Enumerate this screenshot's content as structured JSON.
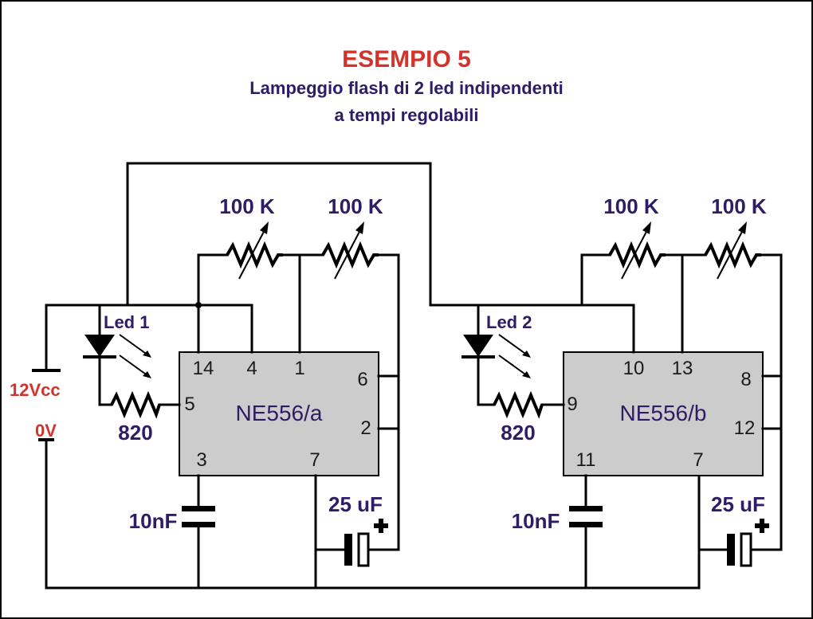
{
  "title": "ESEMPIO 5",
  "subtitle_line1": "Lampeggio flash di 2 led indipendenti",
  "subtitle_line2": "a tempi regolabili",
  "power": {
    "positive": "12Vcc",
    "ground": "0V"
  },
  "circuit_a": {
    "chip_label": "NE556/a",
    "pot1": "100 K",
    "pot2": "100 K",
    "led": "Led 1",
    "resistor": "820",
    "capacitor_small": "10nF",
    "capacitor_electrolytic": "25 uF",
    "pins": {
      "p14": "14",
      "p4": "4",
      "p1": "1",
      "p6": "6",
      "p5": "5",
      "p2": "2",
      "p3": "3",
      "p7": "7"
    }
  },
  "circuit_b": {
    "chip_label": "NE556/b",
    "pot1": "100 K",
    "pot2": "100 K",
    "led": "Led 2",
    "resistor": "820",
    "capacitor_small": "10nF",
    "capacitor_electrolytic": "25 uF",
    "pins": {
      "p10": "10",
      "p13": "13",
      "p8": "8",
      "p9": "9",
      "p12": "12",
      "p11": "11",
      "p7": "7"
    }
  }
}
